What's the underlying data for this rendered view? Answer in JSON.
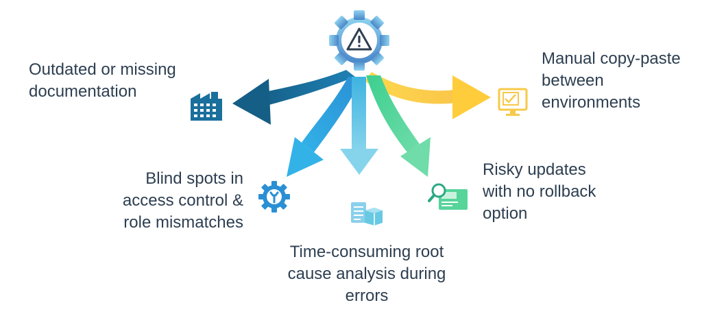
{
  "diagram": {
    "center": {
      "icon": "gear-warning-icon"
    },
    "branches": [
      {
        "id": "docs",
        "label": "Outdated or missing\ndocumentation",
        "color": "#1a6f9c",
        "icon": "factory-icon"
      },
      {
        "id": "copy",
        "label": "Manual copy-paste\nbetween\nenvironments",
        "color": "#f7c948",
        "icon": "monitor-check-icon"
      },
      {
        "id": "blind",
        "label": "Blind spots in\naccess control &\nrole mismatches",
        "color": "#2aa3df",
        "icon": "gear-wrench-icon"
      },
      {
        "id": "risky",
        "label": "Risky updates\nwith no rollback\noption",
        "color": "#56d49a",
        "icon": "search-card-icon"
      },
      {
        "id": "root",
        "label": "Time-consuming root\ncause analysis during\nerrors",
        "color": "#69c9e3",
        "icon": "document-box-icon"
      }
    ]
  }
}
